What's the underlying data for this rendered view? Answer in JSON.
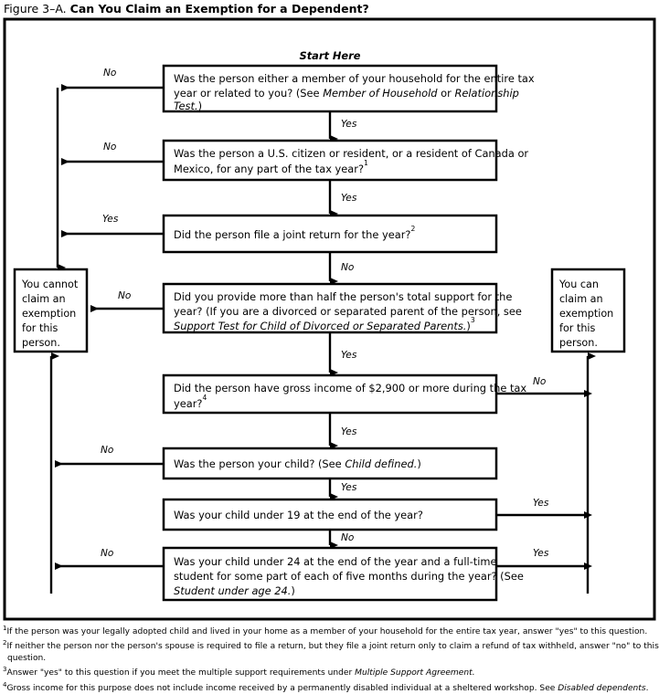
{
  "figure": {
    "number": "Figure 3–A.",
    "title": "Can You Claim an Exemption for a Dependent?"
  },
  "start_label": "Start Here",
  "nodes": {
    "q1": {
      "id": "q1",
      "text_parts": [
        {
          "t": "Was the person either a member of your household for the entire tax year or related to you? (See ",
          "style": "normal"
        },
        {
          "t": "Member of Household",
          "style": "italic"
        },
        {
          "t": " or ",
          "style": "normal"
        },
        {
          "t": "Relationship Test.",
          "style": "italic"
        },
        {
          "t": ")",
          "style": "normal"
        }
      ],
      "plain": "Was the person either a member of your household for the entire tax year or related to you? (See Member of Household or Relationship Test.)"
    },
    "q2": {
      "id": "q2",
      "plain": "Was the person a U.S. citizen or resident, or a resident of Canada or Mexico, for any part of the tax year?",
      "footnote_mark": "1"
    },
    "q3": {
      "id": "q3",
      "plain": "Did the person file a joint return for the year?",
      "footnote_mark": "2"
    },
    "q4": {
      "id": "q4",
      "plain": "Did you provide more than half the person's total support for the year? (If you are a divorced or separated parent of the person, see Support Test for Child of Divorced or Separated Parents.)",
      "footnote_mark": "3"
    },
    "q5": {
      "id": "q5",
      "plain": "Did the person have gross income of $2,900 or more during the tax year?",
      "footnote_mark": "4"
    },
    "q6": {
      "id": "q6",
      "plain": "Was the person your child? (See Child defined.)"
    },
    "q7": {
      "id": "q7",
      "plain": "Was your child under 19 at the end of the year?"
    },
    "q8": {
      "id": "q8",
      "plain": "Was your child under 24 at the end of the year and a full-time student for some part of each of five months during the year? (See Student under age 24.)"
    },
    "cannot": {
      "id": "cannot",
      "lines": [
        "You cannot",
        "claim an",
        "exemption",
        "for this",
        "person."
      ]
    },
    "can": {
      "id": "can",
      "lines": [
        "You can",
        "claim an",
        "exemption",
        "for this",
        "person."
      ]
    }
  },
  "edges": [
    {
      "from": "q1",
      "to": "cannot",
      "label": "No",
      "dir": "left"
    },
    {
      "from": "q1",
      "to": "q2",
      "label": "Yes",
      "dir": "down"
    },
    {
      "from": "q2",
      "to": "cannot",
      "label": "No",
      "dir": "left"
    },
    {
      "from": "q2",
      "to": "q3",
      "label": "Yes",
      "dir": "down"
    },
    {
      "from": "q3",
      "to": "cannot",
      "label": "Yes",
      "dir": "left"
    },
    {
      "from": "q3",
      "to": "q4",
      "label": "No",
      "dir": "down"
    },
    {
      "from": "q4",
      "to": "cannot",
      "label": "No",
      "dir": "left"
    },
    {
      "from": "q4",
      "to": "q5",
      "label": "Yes",
      "dir": "down"
    },
    {
      "from": "q5",
      "to": "can",
      "label": "No",
      "dir": "right"
    },
    {
      "from": "q5",
      "to": "q6",
      "label": "Yes",
      "dir": "down"
    },
    {
      "from": "q6",
      "to": "cannot",
      "label": "No",
      "dir": "left"
    },
    {
      "from": "q6",
      "to": "q7",
      "label": "Yes",
      "dir": "down"
    },
    {
      "from": "q7",
      "to": "can",
      "label": "Yes",
      "dir": "right"
    },
    {
      "from": "q7",
      "to": "q8",
      "label": "No",
      "dir": "down"
    },
    {
      "from": "q8",
      "to": "cannot",
      "label": "No",
      "dir": "left"
    },
    {
      "from": "q8",
      "to": "can",
      "label": "Yes",
      "dir": "right"
    }
  ],
  "edge_labels": {
    "q1_no": "No",
    "q1_yes": "Yes",
    "q2_no": "No",
    "q2_yes": "Yes",
    "q3_yes": "Yes",
    "q3_no": "No",
    "q4_no": "No",
    "q4_yes": "Yes",
    "q5_no": "No",
    "q5_yes": "Yes",
    "q6_no": "No",
    "q6_yes": "Yes",
    "q7_yes": "Yes",
    "q7_no": "No",
    "q8_no": "No",
    "q8_yes": "Yes"
  },
  "node_lines": {
    "q1": [
      [
        {
          "t": "Was the person either a member of your household for the entire tax",
          "style": "normal"
        }
      ],
      [
        {
          "t": "year or related to you? (See ",
          "style": "normal"
        },
        {
          "t": "Member of Household",
          "style": "italic"
        },
        {
          "t": " or ",
          "style": "normal"
        },
        {
          "t": "Relationship",
          "style": "italic"
        }
      ],
      [
        {
          "t": "Test.",
          "style": "italic"
        },
        {
          "t": ")",
          "style": "normal"
        }
      ]
    ],
    "q2": [
      [
        {
          "t": "Was the person a U.S. citizen or resident, or a resident of Canada or",
          "style": "normal"
        }
      ],
      [
        {
          "t": "Mexico, for any part of the tax year?",
          "style": "normal"
        },
        {
          "t": "1",
          "style": "sup"
        }
      ]
    ],
    "q3": [
      [
        {
          "t": "Did the person file a joint return for the year?",
          "style": "normal"
        },
        {
          "t": "2",
          "style": "sup"
        }
      ]
    ],
    "q4": [
      [
        {
          "t": "Did you provide more than half the person's total support for the",
          "style": "normal"
        }
      ],
      [
        {
          "t": "year? (If you are a divorced or separated parent of the person, see",
          "style": "normal"
        }
      ],
      [
        {
          "t": "Support Test for Child of Divorced or Separated Parents.",
          "style": "italic"
        },
        {
          "t": ")",
          "style": "normal"
        },
        {
          "t": "3",
          "style": "sup"
        }
      ]
    ],
    "q5": [
      [
        {
          "t": "Did the person have gross income of $2,900 or more during the tax",
          "style": "normal"
        }
      ],
      [
        {
          "t": "year?",
          "style": "normal"
        },
        {
          "t": "4",
          "style": "sup"
        }
      ]
    ],
    "q6": [
      [
        {
          "t": "Was the person your child? (See ",
          "style": "normal"
        },
        {
          "t": "Child defined.",
          "style": "italic"
        },
        {
          "t": ")",
          "style": "normal"
        }
      ]
    ],
    "q7": [
      [
        {
          "t": "Was your child under 19 at the end of the year?",
          "style": "normal"
        }
      ]
    ],
    "q8": [
      [
        {
          "t": "Was your child under 24 at the end of the year and a full-time",
          "style": "normal"
        }
      ],
      [
        {
          "t": "student for some part of each of five months during the year? (See",
          "style": "normal"
        }
      ],
      [
        {
          "t": "Student under age 24.",
          "style": "italic"
        },
        {
          "t": ")",
          "style": "normal"
        }
      ]
    ]
  },
  "footnotes": [
    {
      "mark": "1",
      "parts": [
        {
          "t": "If the person was your legally adopted child and lived in your home as a member of your household for the entire tax year, answer \"yes\" to this question.",
          "style": "normal"
        }
      ]
    },
    {
      "mark": "2",
      "parts": [
        {
          "t": "If neither the person nor the person's spouse is required to file a return, but they file a joint return only to claim a refund of tax withheld, answer \"no\" to this",
          "style": "normal"
        }
      ],
      "continuation": "question."
    },
    {
      "mark": "3",
      "parts": [
        {
          "t": "Answer \"yes\" to this question if you meet the multiple support requirements under ",
          "style": "normal"
        },
        {
          "t": "Multiple Support Agreement.",
          "style": "italic"
        }
      ]
    },
    {
      "mark": "4",
      "parts": [
        {
          "t": "Gross income for this purpose does not include income received by a permanently disabled individual at a sheltered workshop. See ",
          "style": "normal"
        },
        {
          "t": "Disabled dependents",
          "style": "italic"
        },
        {
          "t": ".",
          "style": "normal"
        }
      ]
    }
  ],
  "colors": {
    "ink": "#000000",
    "paper": "#ffffff"
  }
}
